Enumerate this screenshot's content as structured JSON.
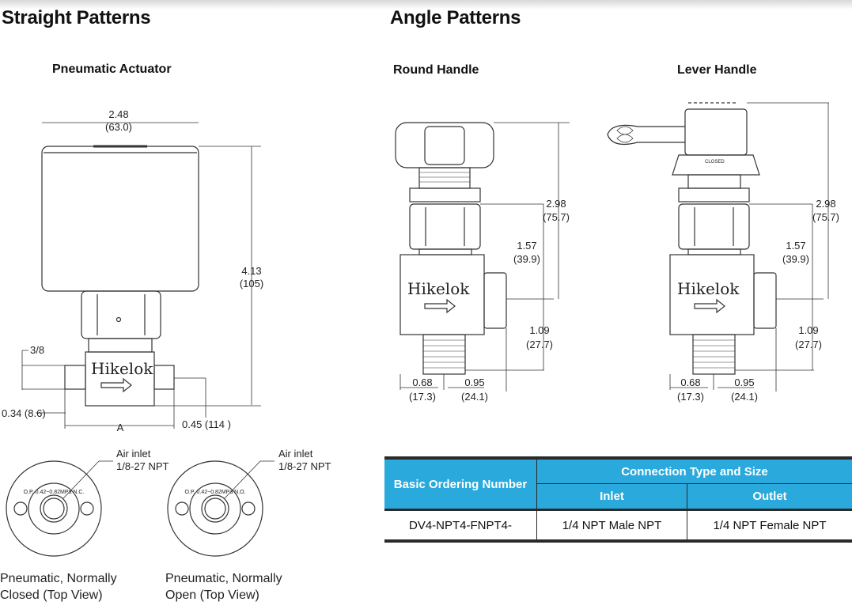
{
  "sections": {
    "straight": {
      "title": "Straight Patterns",
      "subtitle": "Pneumatic Actuator"
    },
    "angle": {
      "title": "Angle Patterns",
      "round_handle": "Round Handle",
      "lever_handle": "Lever Handle"
    }
  },
  "brand": "Hikelok",
  "straight_dims": {
    "width": "2.48",
    "width_mm": "(63.0)",
    "height": "4.13",
    "height_mm": "(105)",
    "pipe": "3/8",
    "left_offset": "0.34 (8.6)",
    "length": "A",
    "right_offset": "0.45 (114 )"
  },
  "angle_dims": {
    "overall": "2.98",
    "overall_mm": "(75.7)",
    "upper": "1.57",
    "upper_mm": "(39.9)",
    "lower": "1.09",
    "lower_mm": "(27.7)",
    "left": "0.68",
    "left_mm": "(17.3)",
    "right": "0.95",
    "right_mm": "(24.1)",
    "lever_mark": "CLOSED"
  },
  "top_views": [
    {
      "label1": "Air inlet",
      "label2": "1/8-27 NPT",
      "ring_text": "O.P. 0.42~0.82MPa N.C.",
      "caption1": "Pneumatic, Normally",
      "caption2": "Closed (Top View)"
    },
    {
      "label1": "Air inlet",
      "label2": "1/8-27 NPT",
      "ring_text": "O.P. 0.42~0.82MPa N.O.",
      "caption1": "Pneumatic, Normally",
      "caption2": "Open (Top View)"
    }
  ],
  "table": {
    "header_color": "#29a9dc",
    "col1": "Basic Ordering Number",
    "group": "Connection Type and Size",
    "inlet": "Inlet",
    "outlet": "Outlet",
    "rows": [
      {
        "number": "DV4-NPT4-FNPT4-",
        "inlet": "1/4 NPT Male NPT",
        "outlet": "1/4 NPT Female NPT"
      }
    ]
  }
}
